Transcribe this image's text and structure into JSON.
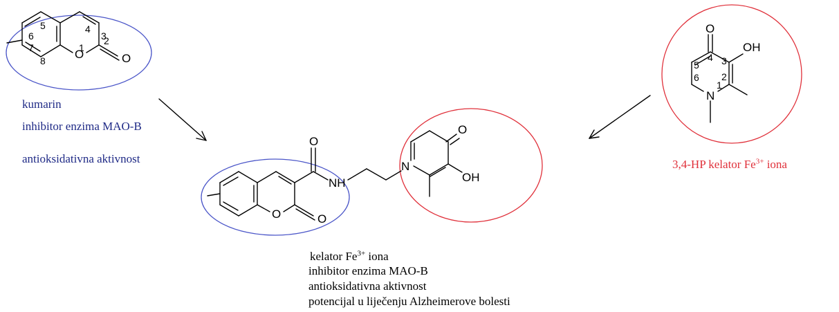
{
  "colors": {
    "coumarin": "#4a55c8",
    "hp": "#e0303a",
    "text_blue": "#1f2a86",
    "text_red": "#e0303a"
  },
  "coumarin_labels": [
    "kumarin",
    "inhibitor enzima MAO-B",
    "antioksidativna aktivnost"
  ],
  "hp_label": {
    "prefix": "3,4-HP kelator Fe",
    "sup": "3+",
    "suffix": " iona"
  },
  "hybrid_labels": {
    "line1_prefix": "kelator Fe",
    "line1_sup": "3+",
    "line1_suffix": " iona",
    "line2": "inhibitor enzima MAO-B",
    "line3": "antioksidativna aktivnost",
    "line4": "potencijal u liječenju Alzheimerove bolesti"
  },
  "atoms": {
    "O": "O",
    "OH": "OH",
    "NH": "NH",
    "N": "N"
  },
  "coumarin_numbers": [
    "1",
    "2",
    "3",
    "4",
    "5",
    "6",
    "7",
    "8"
  ],
  "hp_numbers": [
    "1",
    "2",
    "3",
    "4",
    "5",
    "6"
  ]
}
